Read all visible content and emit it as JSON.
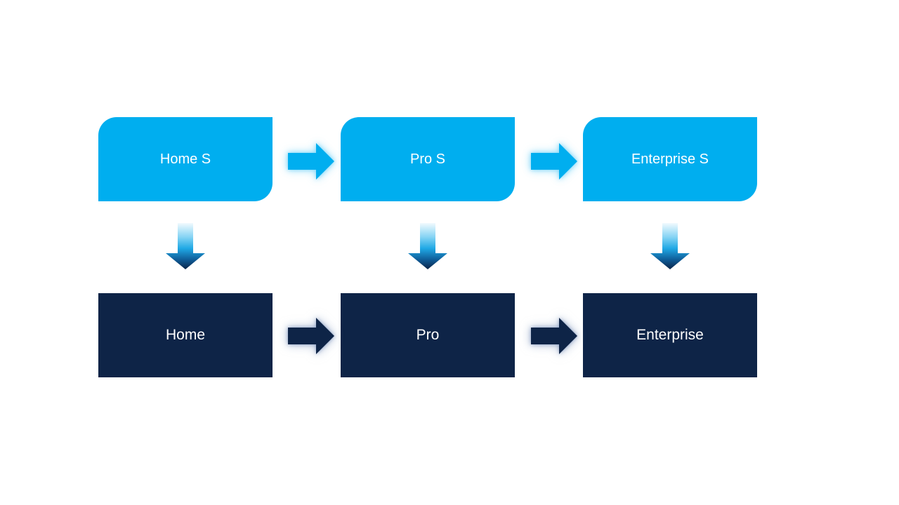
{
  "diagram": {
    "columns": [
      {
        "top_label": "Home S",
        "bottom_label": "Home"
      },
      {
        "top_label": "Pro S",
        "bottom_label": "Pro"
      },
      {
        "top_label": "Enterprise S",
        "bottom_label": "Enterprise"
      }
    ]
  },
  "colors": {
    "light_blue": "#00AEEF",
    "navy": "#0E2447",
    "background": "#FFFFFF",
    "text": "#FFFFFF"
  },
  "icons": {
    "right_arrow": "right-arrow-icon",
    "down_arrow": "down-arrow-icon"
  }
}
